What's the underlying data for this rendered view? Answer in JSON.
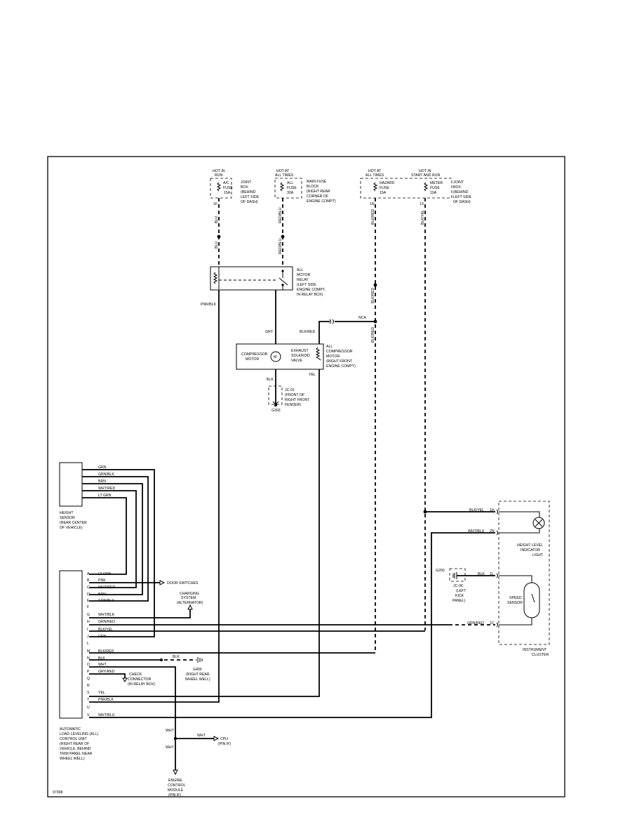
{
  "diagram_id": "97398",
  "fuses": {
    "ac_fuse": {
      "power_state": [
        "HOT IN",
        "RUN"
      ],
      "label": [
        "A/C",
        "FUSE",
        "15A"
      ],
      "location": [
        "JOINT",
        "BOX",
        "(BEHIND",
        "LEFT SIDE",
        "OF DASH)"
      ],
      "pin": "1F"
    },
    "all_fuse": {
      "power_state": [
        "HOT AT",
        "ALL TIMES"
      ],
      "label": [
        "ALL",
        "FUSE",
        "30A"
      ],
      "location": [
        "MAIN FUSE",
        "BLOCK",
        "(RIGHT REAR",
        "CORNER OF",
        "ENGINE COMPT)"
      ]
    },
    "hazard_fuse": {
      "power_state": [
        "HOT AT",
        "ALL TIMES"
      ],
      "label": [
        "HAZARD",
        "FUSE",
        "15A"
      ],
      "pin": "1N"
    },
    "meter_fuse": {
      "power_state": [
        "HOT IN",
        "START AND RUN"
      ],
      "label": [
        "METER",
        "FUSE",
        "10A"
      ],
      "location": [
        "JOINT",
        "BOX",
        "(BEHIND",
        "LEFT SIDE",
        "OF DASH)"
      ],
      "pin": "1X"
    }
  },
  "relay": {
    "label": [
      "ALL",
      "MOTOR",
      "RELAY",
      "(LEFT SIDE",
      "ENGINE COMPT,",
      "IN RELAY BOX)"
    ]
  },
  "compressor": {
    "motor_label": [
      "COMPRESSOR",
      "MOTOR"
    ],
    "motor_symbol": "M",
    "valve_label": [
      "EXHAUST",
      "SOLENOID",
      "VALVE"
    ],
    "assembly_label": [
      "ALL",
      "COMPRESSOR",
      "MOTOR",
      "(RIGHT FRONT",
      "ENGINE COMPT)"
    ]
  },
  "ground_g303": {
    "connector": [
      "JC-01",
      "(FRONT OF",
      "RIGHT FRONT",
      "FENDER)"
    ],
    "name": "G303"
  },
  "height_sensor": {
    "label": [
      "HEIGHT",
      "SENSOR",
      "(REAR CENTER",
      "OF VEHICLE)"
    ],
    "wires": [
      "GRN",
      "GRN/BLK",
      "BRN",
      "WHT/RED",
      "LT GRN"
    ]
  },
  "wire_labels": {
    "blu": "BLU",
    "red_blu": "RED/BLU",
    "blk_red": "BLK/RED",
    "blk_yel": "BLK/YEL",
    "pnk_blk": "PNK/BLK",
    "gry": "GRY",
    "blk": "BLK",
    "yel": "YEL",
    "nca": "NCA",
    "blk_yel_cluster": "BLK/YEL",
    "wht_blu_cluster": "WHT/BLU",
    "grn_red_cluster": "GRN/RED",
    "blk_jc": "BLK",
    "blk_g400": "BLK",
    "wht_down": "WHT",
    "wht_right": "WHT",
    "wht_lower": "WHT"
  },
  "alc_unit": {
    "pins": [
      "A",
      "B",
      "C",
      "D",
      "E",
      "F",
      "G",
      "H",
      "I",
      "J",
      "L",
      "M",
      "N",
      "O",
      "P",
      "Q",
      "R",
      "S",
      "T",
      "U",
      "V"
    ],
    "wires": [
      "LT GRN",
      "PNK",
      "WHT/RED",
      "BRN",
      "GRN/BLK",
      "",
      "WHT/BLK",
      "GRN/RED",
      "BLK/YEL",
      "GRN",
      "",
      "BLK/RED",
      "BLK",
      "WHT",
      "GRY/RED",
      "",
      "",
      "YEL",
      "PNK/BLK",
      "",
      "WHT/BLU"
    ],
    "label": [
      "AUTOMATIC",
      "LOAD LEVELING (ALL)",
      "CONTROL UNIT",
      "(RIGHT REAR OF",
      "VEHICLE, BEHIND",
      "TRIM PANEL NEAR",
      "WHEEL WELL)"
    ]
  },
  "destinations": {
    "door_switches": "DOOR SWITCHES",
    "charging": [
      "CHARGING",
      "SYSTEM",
      "(ALTERNATOR)"
    ],
    "check_connector": [
      "CHECK",
      "CONNECTOR",
      "(IN RELAY BOX)"
    ],
    "g400": [
      "G400",
      "(RIGHT REAR",
      "WHEEL WELL)"
    ],
    "cpu": [
      "CPU",
      "(PIN IF)"
    ],
    "ecm": [
      "ENGINE",
      "CONTROL",
      "MODULE",
      "(PIN IF)"
    ]
  },
  "instrument_cluster": {
    "label": [
      "INSTRUMENT",
      "CLUSTER"
    ],
    "indicator": [
      "HEIGHT LEVEL",
      "INDICATOR",
      "LIGHT"
    ],
    "speed_sensor": [
      "SPEED",
      "SENSOR"
    ],
    "pins": [
      "1H",
      "2N",
      "1L",
      "1C"
    ],
    "g200": "G200",
    "jc_connector": [
      "JC-06",
      "(LEFT",
      "KICK",
      "PANEL)"
    ]
  },
  "colors": {
    "ink": "#000000",
    "background": "#ffffff"
  }
}
